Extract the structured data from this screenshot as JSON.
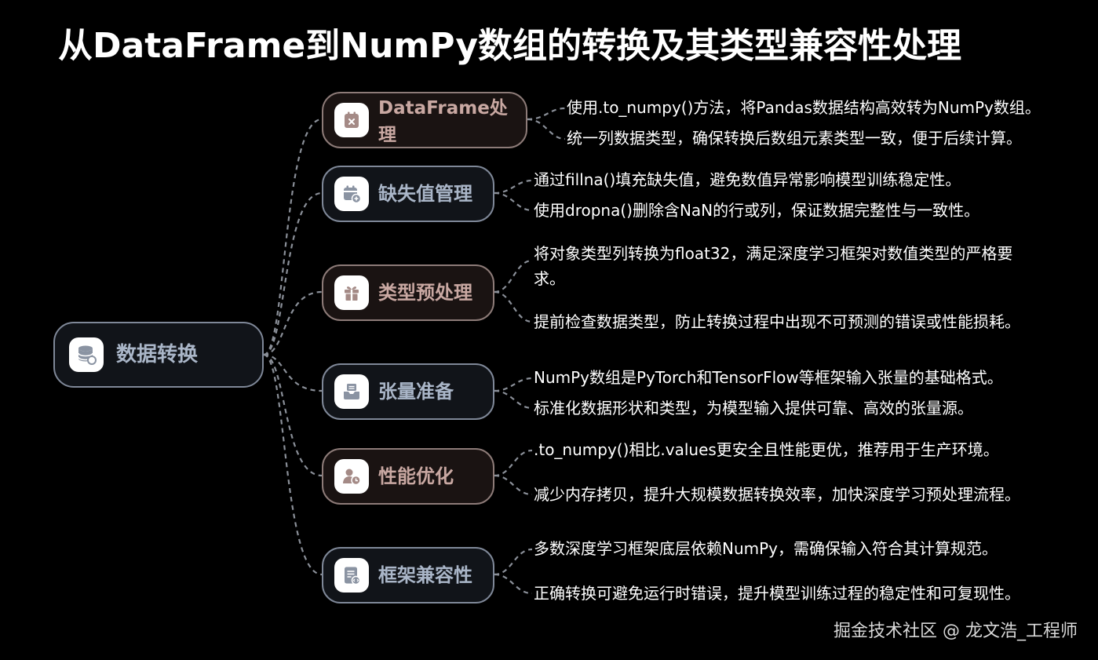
{
  "title": "从DataFrame到NumPy数组的转换及其类型兼容性处理",
  "root": {
    "label": "数据转换",
    "icon": "database-icon"
  },
  "branches": [
    {
      "label": "DataFrame处理",
      "icon": "calendar-x-icon",
      "tone": "warm",
      "leaves": [
        "使用.to_numpy()方法，将Pandas数据结构高效转为NumPy数组。",
        "统一列数据类型，确保转换后数组元素类型一致，便于后续计算。"
      ]
    },
    {
      "label": "缺失值管理",
      "icon": "calendar-add-icon",
      "tone": "cool",
      "leaves": [
        "通过fillna()填充缺失值，避免数值异常影响模型训练稳定性。",
        "使用dropna()删除含NaN的行或列，保证数据完整性与一致性。"
      ]
    },
    {
      "label": "类型预处理",
      "icon": "gift-icon",
      "tone": "warm",
      "leaves": [
        "将对象类型列转换为float32，满足深度学习框架对数值类型的严格要求。",
        "提前检查数据类型，防止转换过程中出现不可预测的错误或性能损耗。"
      ]
    },
    {
      "label": "张量准备",
      "icon": "inbox-tray-icon",
      "tone": "cool",
      "leaves": [
        "NumPy数组是PyTorch和TensorFlow等框架输入张量的基础格式。",
        "标准化数据形状和类型，为模型输入提供可靠、高效的张量源。"
      ]
    },
    {
      "label": "性能优化",
      "icon": "user-clock-icon",
      "tone": "warm",
      "leaves": [
        ".to_numpy()相比.values更安全且性能更优，推荐用于生产环境。",
        "减少内存拷贝，提升大规模数据转换效率，加快深度学习预处理流程。"
      ]
    },
    {
      "label": "框架兼容性",
      "icon": "document-code-icon",
      "tone": "cool",
      "leaves": [
        "多数深度学习框架底层依赖NumPy，需确保输入符合其计算规范。",
        "正确转换可避免运行时错误，提升模型训练过程的稳定性和可复现性。"
      ]
    }
  ],
  "watermark": "掘金技术社区 @ 龙文浩_工程师",
  "colors": {
    "background": "#000000",
    "warm_border": "#8d7b78",
    "warm_text": "#c9a8a2",
    "cool_border": "#7f8898",
    "cool_text": "#aab6c8",
    "connector": "#8a8f98"
  }
}
